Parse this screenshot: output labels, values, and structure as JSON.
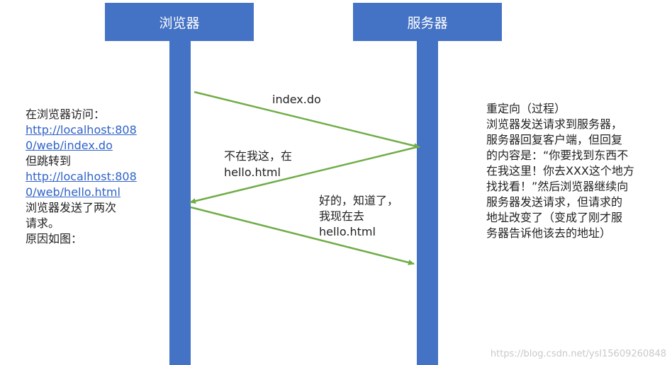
{
  "actors": {
    "browser": "浏览器",
    "server": "服务器"
  },
  "messages": {
    "m1": "index.do",
    "m2_line1": "不在我这，在",
    "m2_line2": "hello.html",
    "m3_line1": "好的，知道了，",
    "m3_line2": "我现在去",
    "m3_line3": "hello.html"
  },
  "left_note": {
    "line1": "在浏览器访问：",
    "link1a": "http://localhost:808",
    "link1b": "0/web/index.do",
    "line2": "但跳转到",
    "link2a": "http://localhost:808",
    "link2b": "0/web/hello.html",
    "line3": "浏览器发送了两次",
    "line4": "请求。",
    "line5": "原因如图："
  },
  "right_note": {
    "lines": [
      "重定向（过程）",
      "浏览器发送请求到服务器，",
      "服务器回复客户端，但回复",
      "的内容是：“你要找到东西不",
      "在我这里！你去XXX这个地方",
      "找找看！”然后浏览器继续向",
      "服务器发送请求，但请求的",
      "地址改变了（变成了刚才服",
      "务器告诉他该去的地址）"
    ]
  },
  "watermark": "https://blog.csdn.net/ysl15609260848",
  "colors": {
    "actor": "#4472c4",
    "arrow": "#70ad47",
    "link": "#2f62c8"
  }
}
